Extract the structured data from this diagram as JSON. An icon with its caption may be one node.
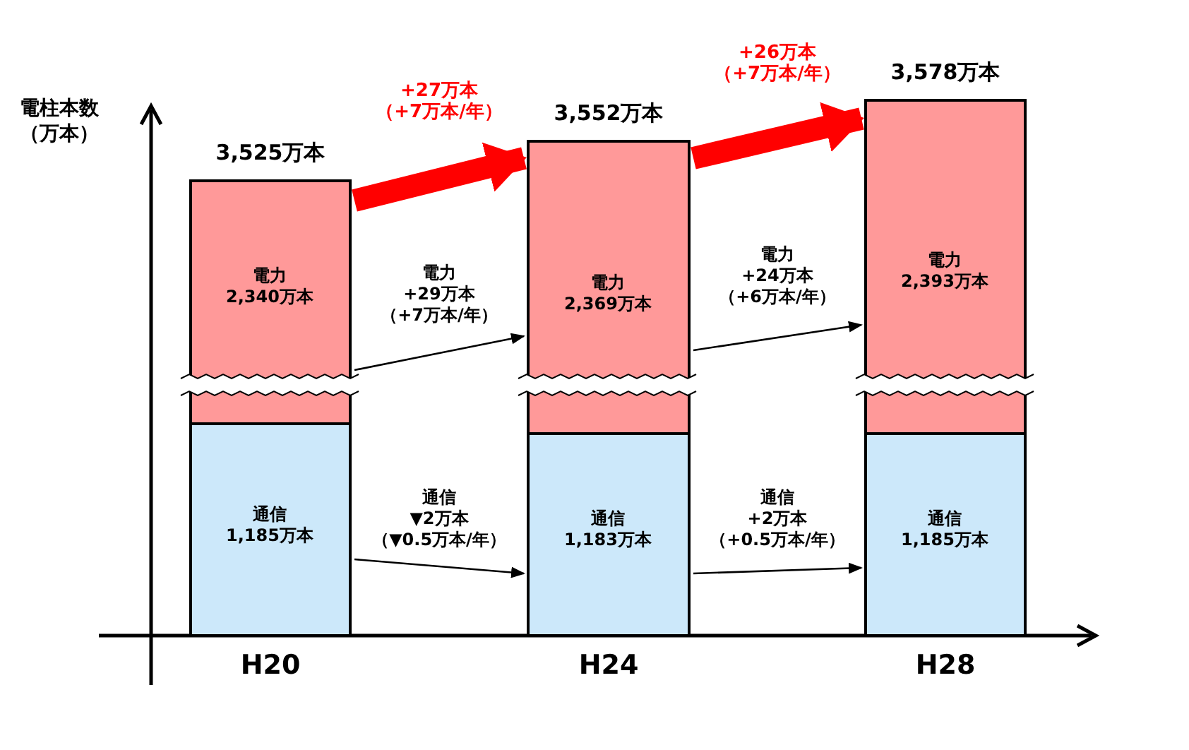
{
  "diagram": {
    "nodes": [
      {
        "text": [
          "電力 2,340万本"
        ],
        "beside": [
          "3,525万本"
        ]
      },
      {
        "text": [
          "通信 1,185万本"
        ],
        "beside": [
          "H20"
        ]
      },
      {
        "text": [
          "電力 2,369万本"
        ],
        "beside": [
          "3,552万本"
        ]
      },
      {
        "text": [
          "通信 1,183万本"
        ],
        "beside": [
          "H24"
        ]
      },
      {
        "text": [
          "電力 2,393万本"
        ],
        "beside": [
          "3,578万本"
        ]
      },
      {
        "text": [
          "通信 1,185万本"
        ],
        "beside": [
          "H28"
        ]
      }
    ],
    "edges": [
      {
        "from": 0,
        "to": 2,
        "arrow": "to",
        "label": "+27万本（+7万本/年）",
        "style": "thick",
        "color": "#ff0000"
      },
      {
        "from": 2,
        "to": 4,
        "arrow": "to",
        "label": "+26万本（+7万本/年）",
        "style": "thick",
        "color": "#ff0000"
      },
      {
        "from": 0,
        "to": 2,
        "arrow": "to",
        "label": "電力+29万本（+7万本/年）"
      },
      {
        "from": 1,
        "to": 3,
        "arrow": "to",
        "label": "通信▼2万本（▼0.5万本/年）"
      },
      {
        "from": 2,
        "to": 4,
        "arrow": "to",
        "label": "電力+24万本（+6万本/年）"
      },
      {
        "from": 3,
        "to": 5,
        "arrow": "to",
        "label": "通信+2万本（+0.5万本/年）"
      }
    ],
    "labels": [
      "電柱本数（万本）"
    ]
  }
}
